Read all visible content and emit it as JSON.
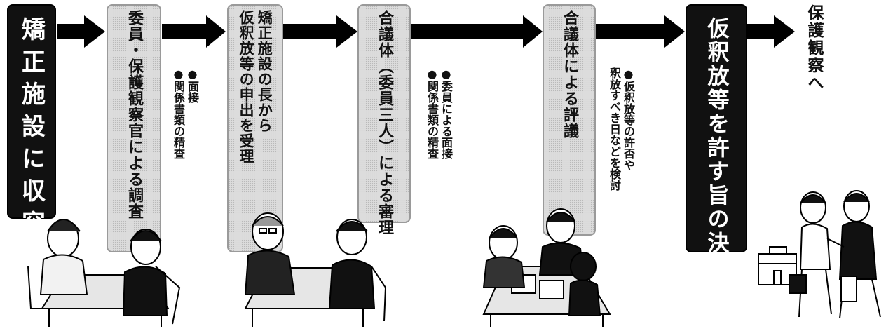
{
  "steps": {
    "admission": "矯正施設に収容",
    "investigation": "委員・保護観察官による調査",
    "application": [
      "矯正施設の長から",
      "仮釈放等の申出を受理"
    ],
    "review": "合議体（委員三人）による審理",
    "evaluation": "合議体による評議",
    "decision": "仮釈放等を許す旨の決定",
    "probation": "保護観察へ"
  },
  "notes": {
    "investigation": [
      "●面接",
      "●関係書類の精査"
    ],
    "review": [
      "●委員による面接",
      "●関係書類の精査"
    ],
    "evaluation": [
      "●仮釈放等の許否や",
      "釈放すべき日などを検討"
    ]
  },
  "icons": [
    "interview-people-icon",
    "application-meeting-icon",
    "panel-deliberation-icon",
    "release-walkout-icon"
  ],
  "colors": {
    "dark_box": "#111111",
    "light_box": "#dcdcdc",
    "arrow": "#000000"
  }
}
